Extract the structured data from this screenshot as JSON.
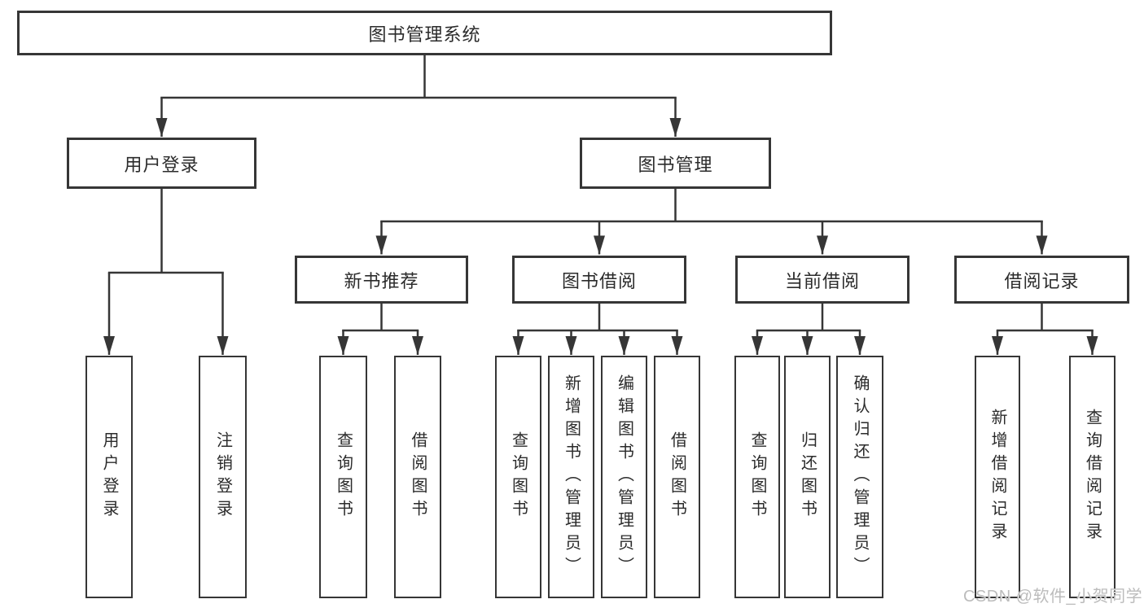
{
  "root": {
    "label": "图书管理系统"
  },
  "branches": [
    {
      "label": "用户登录",
      "children": [
        {
          "label": "用户登录"
        },
        {
          "label": "注销登录"
        }
      ]
    },
    {
      "label": "图书管理",
      "groups": [
        {
          "label": "新书推荐",
          "children": [
            {
              "label": "查询图书"
            },
            {
              "label": "借阅图书"
            }
          ]
        },
        {
          "label": "图书借阅",
          "children": [
            {
              "label": "查询图书"
            },
            {
              "label": "新增图书（管理员）"
            },
            {
              "label": "编辑图书（管理员）"
            },
            {
              "label": "借阅图书"
            }
          ]
        },
        {
          "label": "当前借阅",
          "children": [
            {
              "label": "查询图书"
            },
            {
              "label": "归还图书"
            },
            {
              "label": "确认归还（管理员）"
            }
          ]
        },
        {
          "label": "借阅记录",
          "children": [
            {
              "label": "新增借阅记录"
            },
            {
              "label": "查询借阅记录"
            }
          ]
        }
      ]
    }
  ],
  "watermark": {
    "text": "CSDN @软件_小贺同学"
  },
  "colors": {
    "line": "#363636",
    "text": "#2b2b2b",
    "background": "#ffffff",
    "watermark": "#bcbcbc"
  }
}
